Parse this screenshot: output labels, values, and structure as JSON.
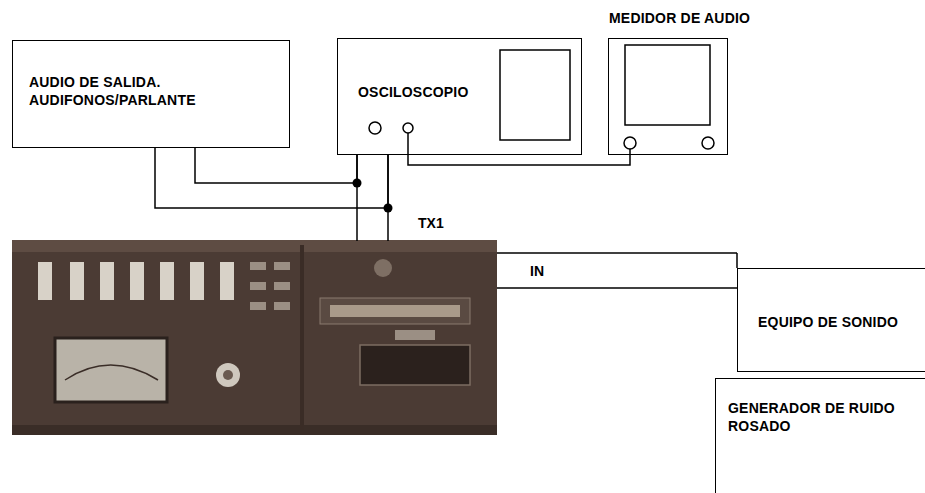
{
  "diagram": {
    "nodes": [
      {
        "text": [
          "AUDIO DE SALIDA. AUDIFONOS/PARLANTE"
        ]
      },
      {
        "text": [
          "OSCILOSCOPIO"
        ]
      },
      {
        "text": [
          "MEDIDOR DE AUDIO"
        ]
      },
      {
        "text": [
          "EQUIPO DE SONIDO"
        ]
      },
      {
        "text": [
          "GENERADOR DE RUIDO ROSADO"
        ]
      }
    ],
    "edges": [
      {
        "from": 0,
        "to": 1,
        "arrow": "none"
      },
      {
        "from": 0,
        "to": 1,
        "arrow": "none"
      },
      {
        "from": 1,
        "to": 2,
        "arrow": "none"
      }
    ],
    "labels": [
      "TX1",
      "IN"
    ]
  }
}
